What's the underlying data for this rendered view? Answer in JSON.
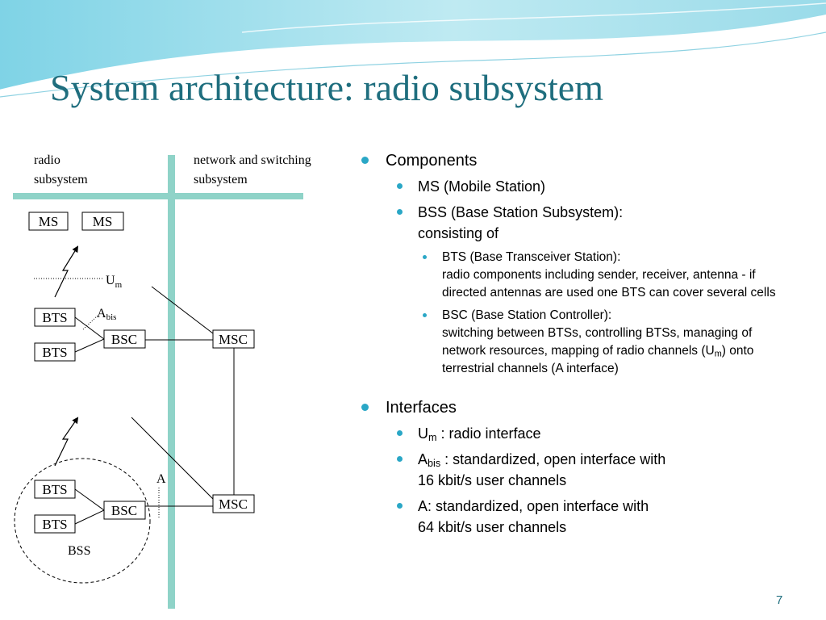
{
  "title": "System architecture: radio subsystem",
  "page_number": "7",
  "colors": {
    "accent": "#2aa7c6",
    "title": "#1f6e7e",
    "divider": "#8fd3c8"
  },
  "diagram": {
    "radio_label_1": "radio",
    "radio_label_2": "subsystem",
    "network_label_1": "network and switching",
    "network_label_2": "subsystem",
    "ms_1": "MS",
    "ms_2": "MS",
    "um_main": "U",
    "um_sub": "m",
    "abis_main": "A",
    "abis_sub": "bis",
    "bts_1": "BTS",
    "bts_2": "BTS",
    "bsc_1": "BSC",
    "msc_1": "MSC",
    "a_label": "A",
    "bts_3": "BTS",
    "bts_4": "BTS",
    "bsc_2": "BSC",
    "msc_2": "MSC",
    "bss_label": "BSS"
  },
  "bullets": {
    "components": "Components",
    "ms": "MS (Mobile Station)",
    "bss_line1": "BSS (Base Station Subsystem):",
    "bss_line2": "consisting of",
    "bts_line1": "BTS (Base Transceiver Station):",
    "bts_line2": "radio components including sender, receiver, antenna - if",
    "bts_line3": "directed antennas are used one BTS can cover several cells",
    "bsc_line1": "BSC (Base Station Controller):",
    "bsc_line2": "switching between BTSs, controlling BTSs, managing of",
    "bsc_line3a": "network resources, mapping of radio channels (U",
    "bsc_line3_sub": "m",
    "bsc_line3b": ") onto",
    "bsc_line4": "terrestrial channels (A interface)",
    "interfaces": "Interfaces",
    "um_main": "U",
    "um_sub": "m",
    "um_desc": " : radio interface",
    "abis_main": "A",
    "abis_sub": "bis",
    "abis_desc1": " : standardized, open interface with",
    "abis_desc2": "16 kbit/s user channels",
    "a_desc1": "A: standardized, open interface with",
    "a_desc2": "64 kbit/s user channels"
  }
}
